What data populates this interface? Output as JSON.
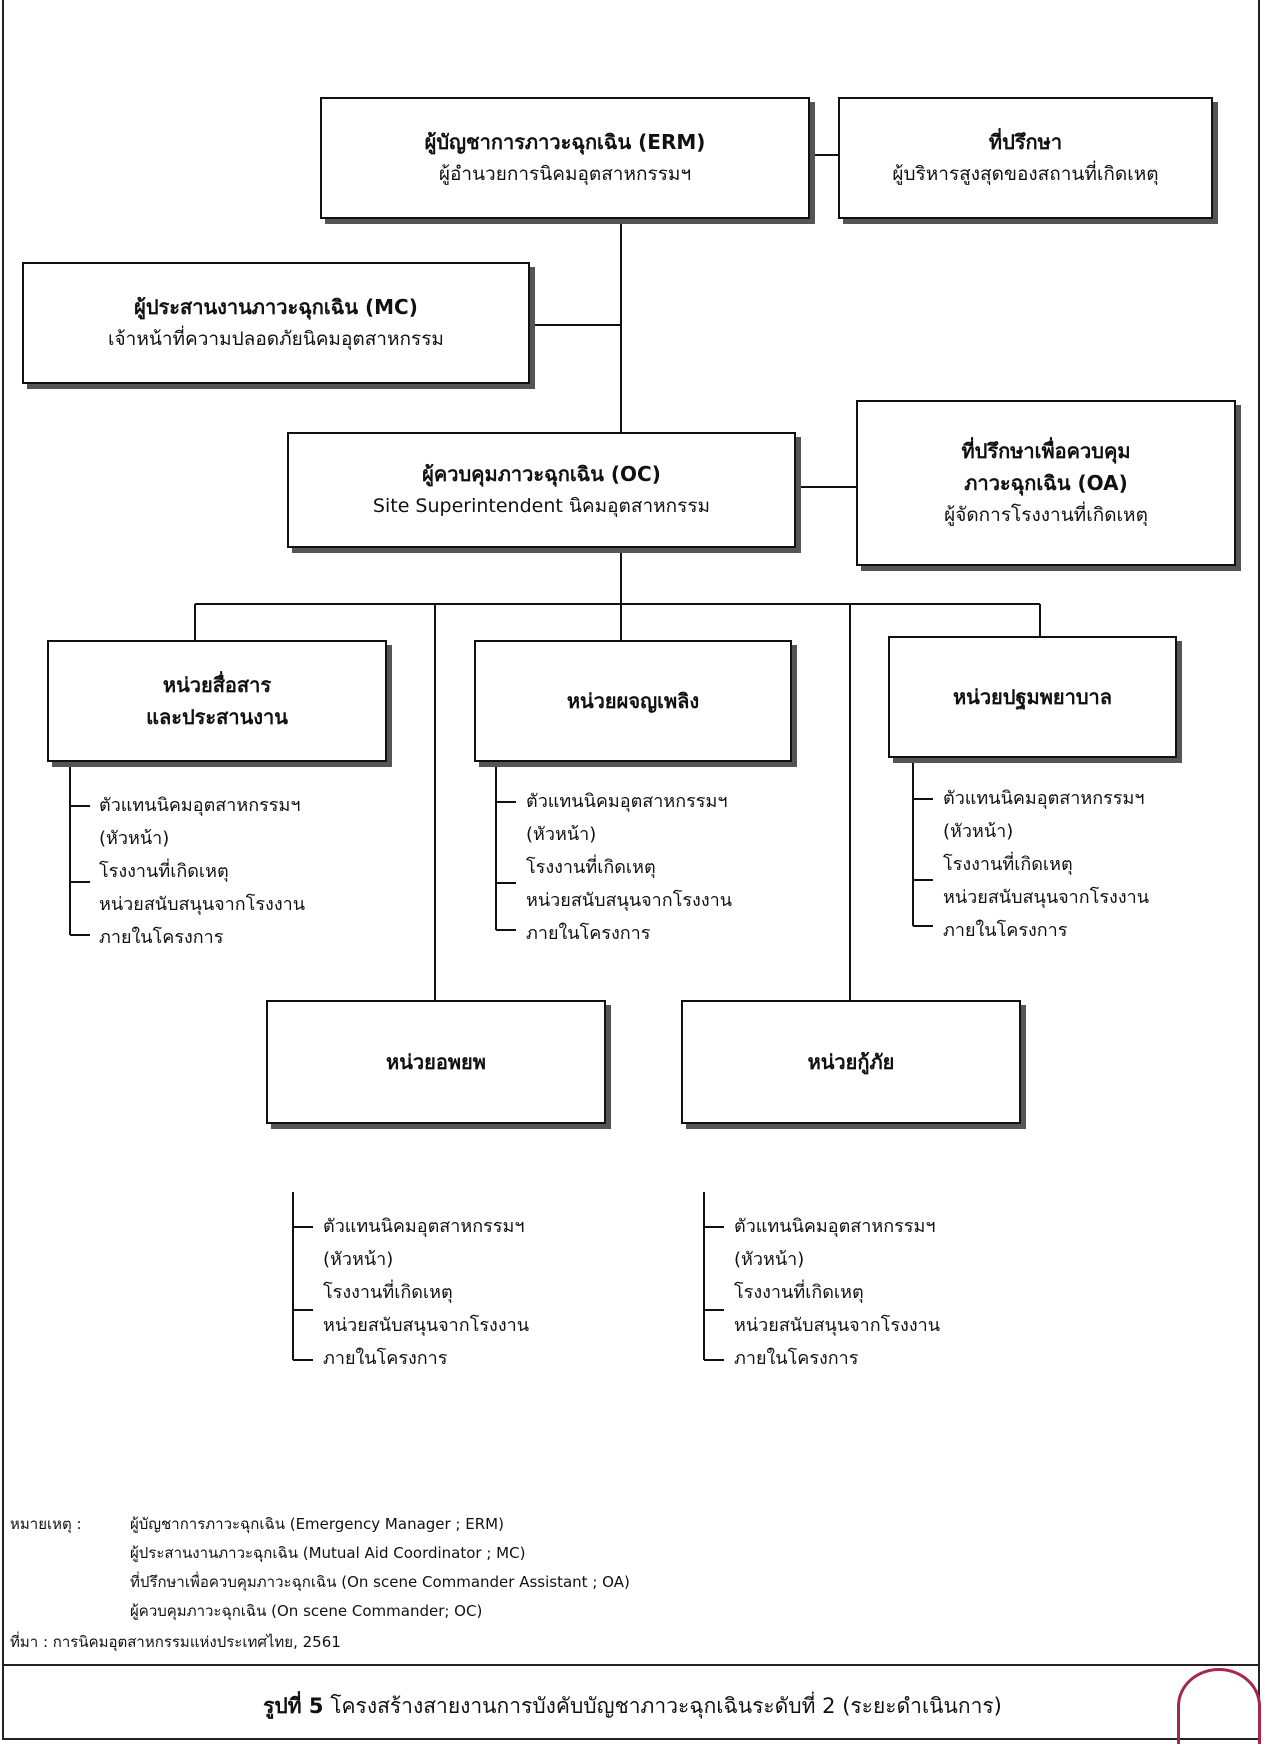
{
  "top": {
    "erm": {
      "title": "ผู้บัญชาการภาวะฉุกเฉิน (ERM)",
      "subtitle": "ผู้อำนวยการนิคมอุตสาหกรรมฯ"
    },
    "advisor": {
      "title": "ที่ปรึกษา",
      "subtitle": "ผู้บริหารสูงสุดของสถานที่เกิดเหตุ"
    },
    "mc": {
      "title": "ผู้ประสานงานภาวะฉุกเฉิน (MC)",
      "subtitle": "เจ้าหน้าที่ความปลอดภัยนิคมอุตสาหกรรม"
    },
    "oc": {
      "title": "ผู้ควบคุมภาวะฉุกเฉิน (OC)",
      "subtitle": "Site Superintendent นิคมอุตสาหกรรม"
    },
    "oa": {
      "title_line1": "ที่ปรึกษาเพื่อควบคุม",
      "title_line2": "ภาวะฉุกเฉิน (OA)",
      "subtitle": "ผู้จัดการโรงงานที่เกิดเหตุ"
    }
  },
  "units": [
    {
      "title_line1": "หน่วยสื่อสาร",
      "title_line2": "และประสานงาน"
    },
    {
      "title_line1": "หน่วยผจญเพลิง",
      "title_line2": ""
    },
    {
      "title_line1": "หน่วยปฐมพยาบาล",
      "title_line2": ""
    },
    {
      "title_line1": "หน่วยอพยพ",
      "title_line2": ""
    },
    {
      "title_line1": "หน่วยกู้ภัย",
      "title_line2": ""
    }
  ],
  "members": {
    "line1": "ตัวแทนนิคมอุตสาหกรรมฯ",
    "line1b": "(หัวหน้า)",
    "line2": "โรงงานที่เกิดเหตุ",
    "line3": "หน่วยสนับสนุนจากโรงงาน",
    "line3b": "ภายในโครงการ"
  },
  "notes": {
    "label": "หมายเหตุ :",
    "items": [
      "ผู้บัญชาการภาวะฉุกเฉิน (Emergency Manager ; ERM)",
      "ผู้ประสานงานภาวะฉุกเฉิน (Mutual Aid Coordinator ; MC)",
      "ที่ปรึกษาเพื่อควบคุมภาวะฉุกเฉิน (On scene Commander Assistant ;  OA)",
      "ผู้ควบคุมภาวะฉุกเฉิน (On scene Commander; OC)"
    ]
  },
  "source": "ที่มา :  การนิคมอุตสาหกรรมแห่งประเทศไทย, 2561",
  "caption": {
    "label": "รูปที่ 5",
    "text": "โครงสร้างสายงานการบังคับบัญชาภาวะฉุกเฉินระดับที่ 2 (ระยะดำเนินการ)"
  }
}
